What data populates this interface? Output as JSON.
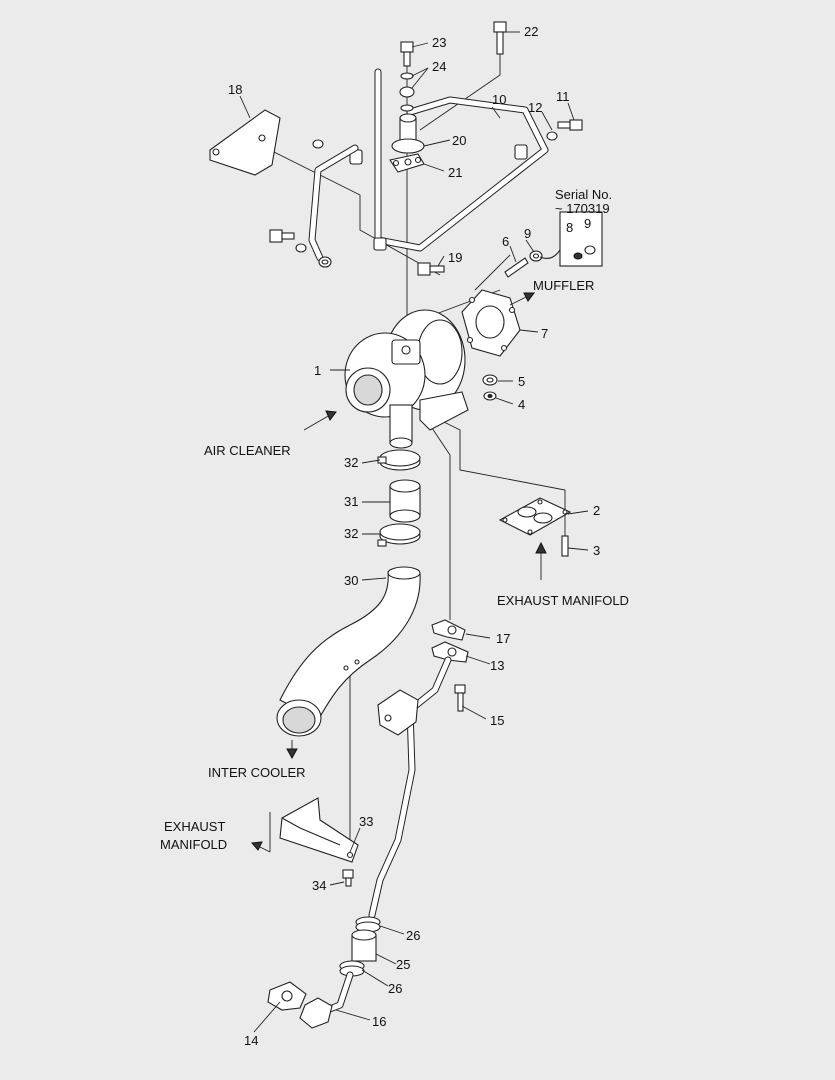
{
  "labels": {
    "p1": "1",
    "p2": "2",
    "p3": "3",
    "p4": "4",
    "p5": "5",
    "p6": "6",
    "p7": "7",
    "p8": "8",
    "p9a": "9",
    "p9b": "9",
    "p10": "10",
    "p11": "11",
    "p12": "12",
    "p13": "13",
    "p14": "14",
    "p15": "15",
    "p16": "16",
    "p17": "17",
    "p18": "18",
    "p19": "19",
    "p20": "20",
    "p21": "21",
    "p22": "22",
    "p23": "23",
    "p24": "24",
    "p25": "25",
    "p26a": "26",
    "p26b": "26",
    "p30": "30",
    "p31": "31",
    "p32a": "32",
    "p32b": "32",
    "p33": "33",
    "p34": "34"
  },
  "callouts": {
    "muffler": "MUFFLER",
    "air_cleaner": "AIR CLEANER",
    "exhaust_manifold": "EXHAUST MANIFOLD",
    "inter_cooler": "INTER COOLER",
    "exhaust_manifold_2_line1": "EXHAUST",
    "exhaust_manifold_2_line2": "MANIFOLD",
    "serial_line1": "Serial No.",
    "serial_line2": "~ 170319"
  }
}
